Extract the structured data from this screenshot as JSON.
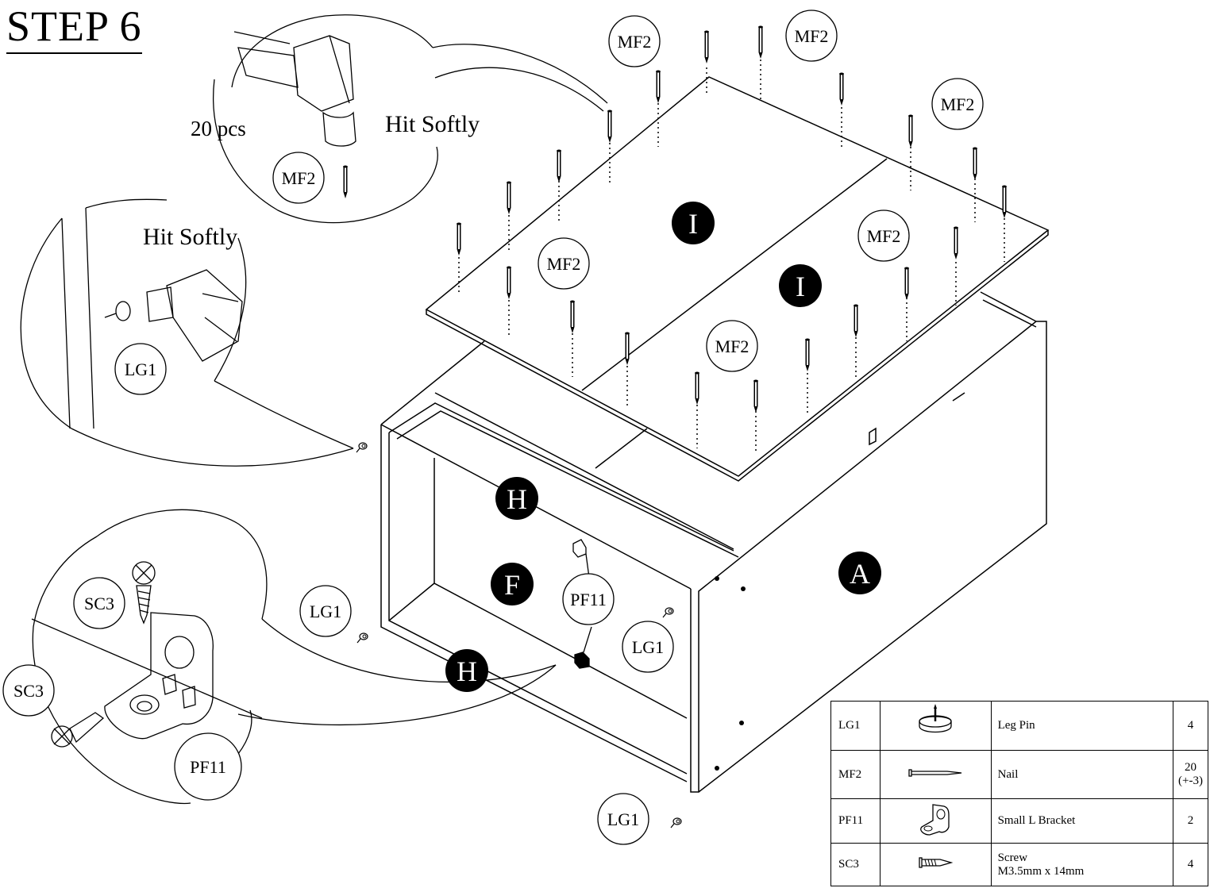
{
  "title": "STEP 6",
  "labels": {
    "pcs": "20 pcs",
    "hit_softly_1": "Hit Softly",
    "hit_softly_2": "Hit Softly",
    "panel_I": "I",
    "panel_H": "H",
    "panel_F": "F",
    "panel_A": "A"
  },
  "callouts": {
    "mf2": "MF2",
    "lg1": "LG1",
    "pf11": "PF11",
    "sc3": "SC3"
  },
  "parts": [
    {
      "code": "LG1",
      "icon": "leg-pin-icon",
      "desc": "Leg Pin",
      "qty": "4"
    },
    {
      "code": "MF2",
      "icon": "nail-icon",
      "desc": "Nail",
      "qty": "20\n(+-3)"
    },
    {
      "code": "PF11",
      "icon": "l-bracket-icon",
      "desc": "Small L Bracket",
      "qty": "2"
    },
    {
      "code": "SC3",
      "icon": "screw-icon",
      "desc": "Screw\nM3.5mm x 14mm",
      "qty": "4"
    }
  ]
}
